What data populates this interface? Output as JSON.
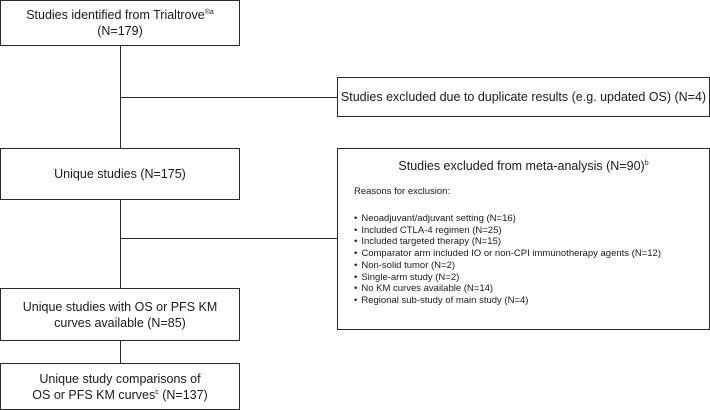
{
  "box1": {
    "line1": "Studies identified from Trialtrove",
    "sup": "®a",
    "line2": "(N=179)"
  },
  "excl_duplicates": {
    "text": "Studies excluded due to duplicate results (e.g. updated OS) (N=4)"
  },
  "box2": {
    "text": "Unique studies (N=175)"
  },
  "excl_meta": {
    "title": "Studies excluded from meta-analysis (N=90)",
    "title_sup": "b",
    "reasons_heading": "Reasons for exclusion:",
    "reasons": [
      "Neoadjuvant/adjuvant setting (N=16)",
      "Included CTLA-4 regimen (N=25)",
      "Included targeted therapy (N=15)",
      "Comparator arm included IO or non-CPI immunotherapy agents (N=12)",
      "Non-solid tumor (N=2)",
      "Single-arm study (N=2)",
      "No KM curves available (N=14)",
      "Regional sub-study of main study (N=4)"
    ]
  },
  "box3": {
    "line1": "Unique studies with OS or PFS KM",
    "line2": "curves available (N=85)"
  },
  "box4": {
    "line1": "Unique study comparisons of",
    "line2a": "OS or PFS KM curves",
    "sup": "c",
    "line2b": " (N=137)"
  }
}
